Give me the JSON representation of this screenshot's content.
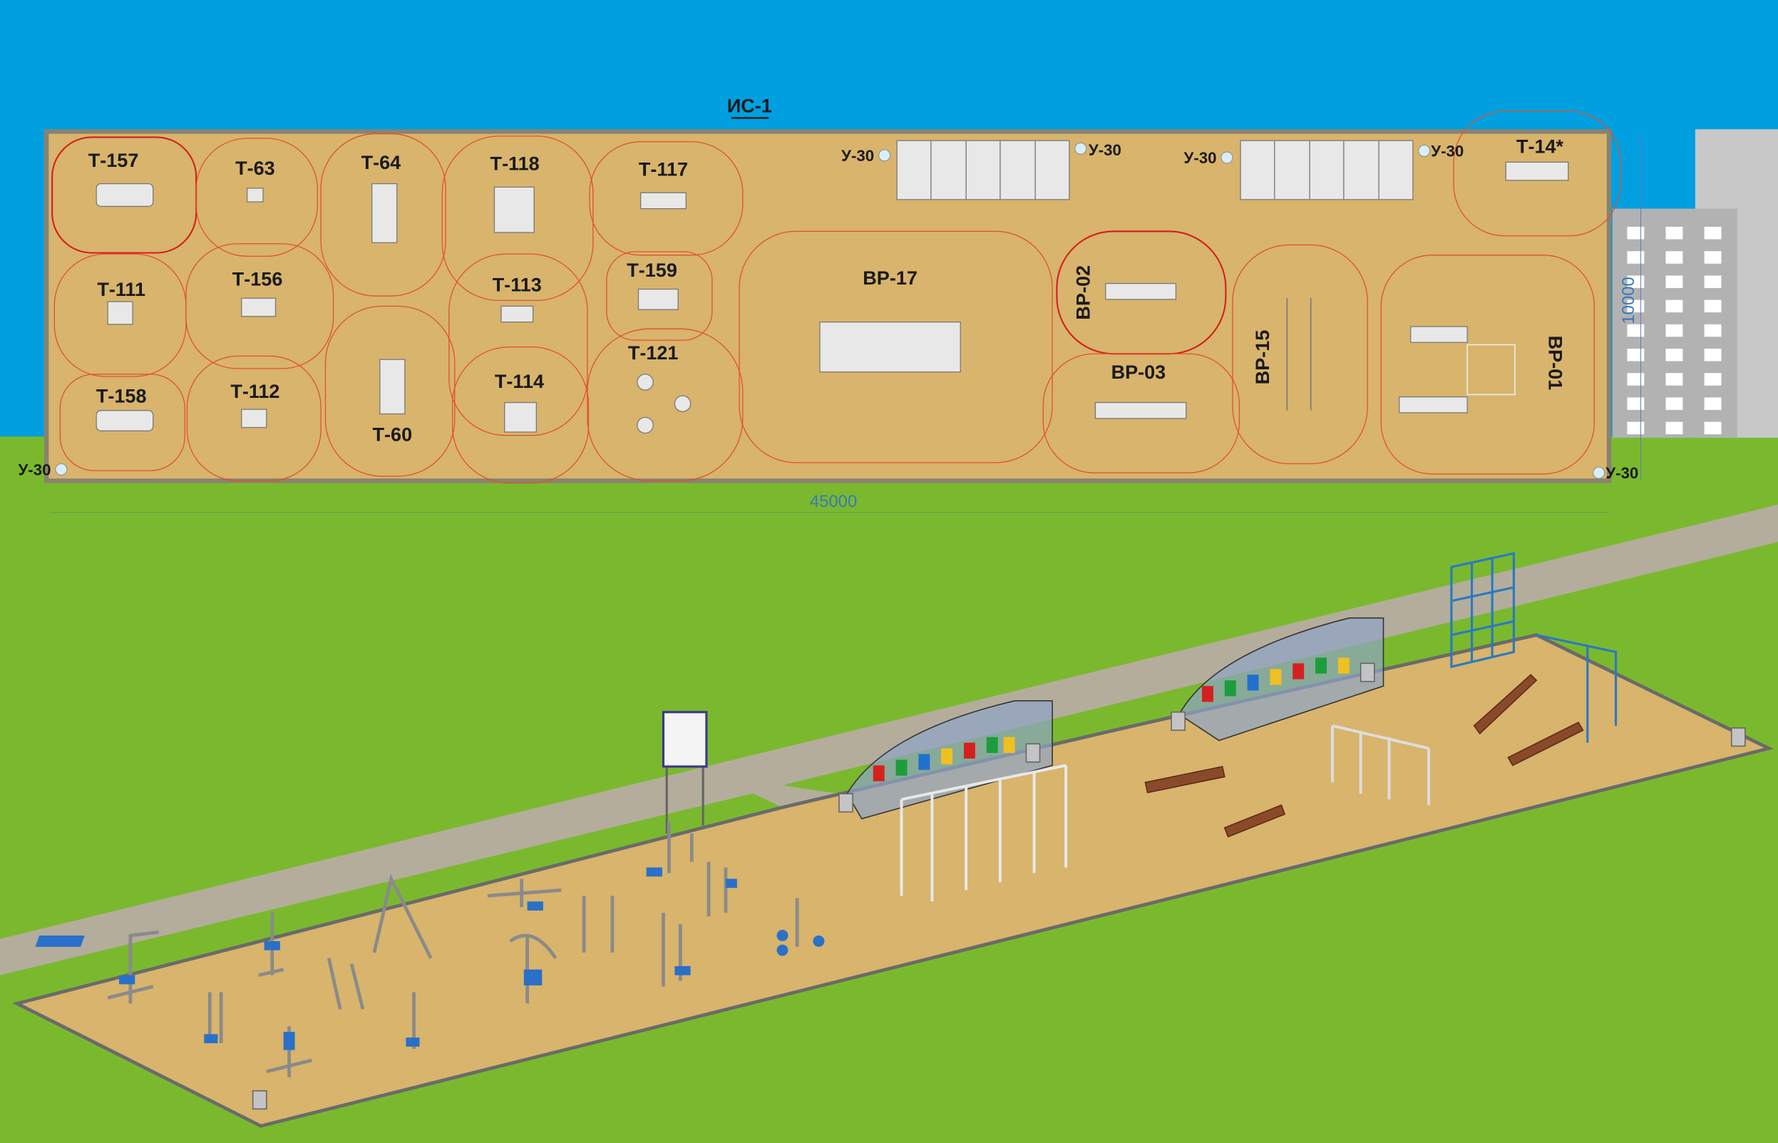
{
  "plan": {
    "title": "ИС-1",
    "width_dim": "45000",
    "height_dim": "10000",
    "equipment": {
      "t157": "Т-157",
      "t63": "Т-63",
      "t64": "Т-64",
      "t118": "Т-118",
      "t117": "Т-117",
      "t111": "Т-111",
      "t156": "Т-156",
      "t113": "Т-113",
      "t159": "Т-159",
      "t158": "Т-158",
      "t112": "Т-112",
      "t60": "Т-60",
      "t114": "Т-114",
      "t121": "Т-121",
      "vr17": "ВР-17",
      "vr02": "ВР-02",
      "vr03": "ВР-03",
      "vr15": "ВР-15",
      "vr01": "ВР-01",
      "t14": "Т-14*"
    },
    "bins": [
      "У-30",
      "У-30",
      "У-30",
      "У-30",
      "У-30",
      "У-30"
    ]
  },
  "colors": {
    "sky": "#009fe0",
    "grass": "#7ab92e",
    "sand": "#d8b46c",
    "border": "#8a8270",
    "zone": "#e0502a"
  }
}
